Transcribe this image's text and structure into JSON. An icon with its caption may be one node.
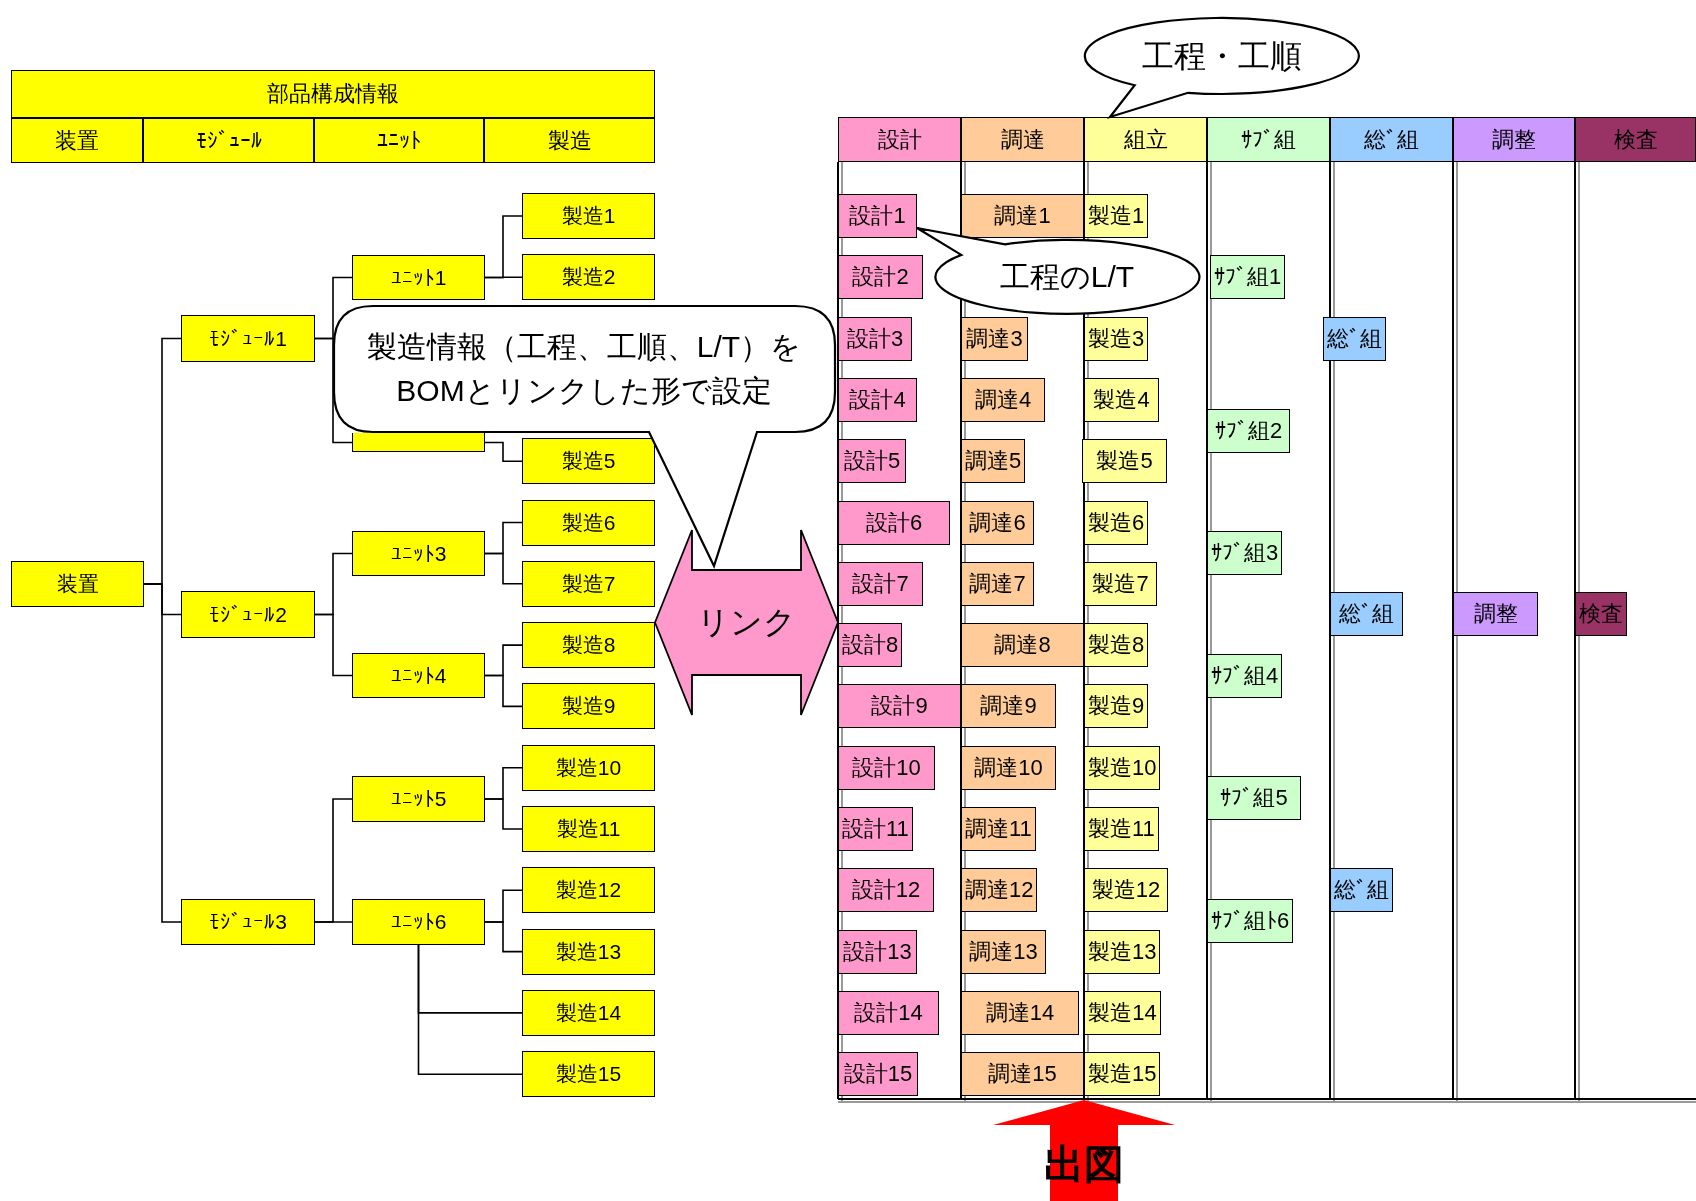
{
  "diagram": {
    "nodes": [
      {
        "text": [
          "工程・工順"
        ]
      },
      {
        "text": [
          "装置"
        ]
      },
      {
        "text": [
          "ﾓｼﾞｭｰﾙ1"
        ]
      },
      {
        "text": [
          "ﾕﾆｯﾄ1"
        ]
      },
      {
        "text": [
          "製造1"
        ]
      },
      {
        "text": [
          "製造2"
        ]
      },
      {
        "text": [],
        "shape": "box"
      },
      {
        "text": [
          "製造5"
        ]
      },
      {
        "text": [
          "ﾓｼﾞｭｰﾙ2"
        ]
      },
      {
        "text": [
          "ﾕﾆｯﾄ3"
        ]
      },
      {
        "text": [
          "製造6"
        ]
      },
      {
        "text": [
          "製造7"
        ]
      },
      {
        "text": [
          "ﾕﾆｯﾄ4"
        ]
      },
      {
        "text": [
          "製造8"
        ]
      },
      {
        "text": [
          "製造9"
        ]
      },
      {
        "text": [
          "ﾓｼﾞｭｰﾙ3"
        ]
      },
      {
        "text": [
          "ﾕﾆｯﾄ5"
        ]
      },
      {
        "text": [
          "製造10"
        ]
      },
      {
        "text": [
          "製造11"
        ]
      },
      {
        "text": [
          "ﾕﾆｯﾄ6"
        ]
      },
      {
        "text": [
          "製造12"
        ]
      },
      {
        "text": [
          "製造13"
        ]
      },
      {
        "text": [
          "製造14"
        ]
      },
      {
        "text": [
          "製造15"
        ]
      },
      {
        "text": [
          "製造情報（工程、工順、L/T）をBOMとリンクした形で設定"
        ]
      },
      {
        "text": [
          "リンク"
        ]
      },
      {
        "text": [
          "工程のL/T"
        ]
      },
      {
        "text": [
          "設計1"
        ]
      },
      {
        "text": [
          "調達1"
        ]
      },
      {
        "text": [
          "製造1"
        ]
      },
      {
        "text": [
          "設計2"
        ]
      },
      {
        "text": [
          "ｻﾌﾞ組1"
        ]
      },
      {
        "text": [
          "設計3"
        ]
      },
      {
        "text": [
          "調達3"
        ]
      },
      {
        "text": [
          "製造3"
        ]
      },
      {
        "text": [
          "総ﾞ組"
        ]
      },
      {
        "text": [
          "設計4"
        ]
      },
      {
        "text": [
          "調達4"
        ]
      },
      {
        "text": [
          "製造4"
        ]
      },
      {
        "text": [
          "ｻﾌﾞ組2"
        ]
      },
      {
        "text": [
          "設計5"
        ]
      },
      {
        "text": [
          "調達5"
        ]
      },
      {
        "text": [
          "製造5"
        ]
      },
      {
        "text": [
          "設計6"
        ]
      },
      {
        "text": [
          "調達6"
        ]
      },
      {
        "text": [
          "製造6"
        ]
      },
      {
        "text": [
          "ｻﾌﾞ組3"
        ]
      },
      {
        "text": [
          "設計7"
        ]
      },
      {
        "text": [
          "調達7"
        ]
      },
      {
        "text": [
          "製造7"
        ]
      },
      {
        "text": [
          "総ﾞ組"
        ]
      },
      {
        "text": [
          "調整"
        ]
      },
      {
        "text": [
          "検査"
        ]
      },
      {
        "text": [
          "設計8"
        ]
      },
      {
        "text": [
          "調達8"
        ]
      },
      {
        "text": [
          "製造8"
        ]
      },
      {
        "text": [
          "ｻﾌﾞ組4"
        ]
      },
      {
        "text": [
          "設計9"
        ]
      },
      {
        "text": [
          "調達9"
        ]
      },
      {
        "text": [
          "製造9"
        ]
      },
      {
        "text": [
          "設計10"
        ]
      },
      {
        "text": [
          "調達10"
        ]
      },
      {
        "text": [
          "製造10"
        ]
      },
      {
        "text": [
          "ｻﾌﾞ組5"
        ]
      },
      {
        "text": [
          "設計11"
        ]
      },
      {
        "text": [
          "調達11"
        ]
      },
      {
        "text": [
          "製造11"
        ]
      },
      {
        "text": [
          "設計12"
        ]
      },
      {
        "text": [
          "調達12"
        ]
      },
      {
        "text": [
          "製造12"
        ]
      },
      {
        "text": [
          "総ﾞ組"
        ]
      },
      {
        "text": [
          "ｻﾌﾞ組ﾄ6"
        ]
      },
      {
        "text": [
          "設計13"
        ]
      },
      {
        "text": [
          "調達13"
        ]
      },
      {
        "text": [
          "製造13"
        ]
      },
      {
        "text": [
          "設計14"
        ]
      },
      {
        "text": [
          "調達14"
        ]
      },
      {
        "text": [
          "製造14"
        ]
      },
      {
        "text": [
          "設計15"
        ]
      },
      {
        "text": [
          "調達15"
        ]
      },
      {
        "text": [
          "製造15"
        ]
      },
      {
        "text": [
          "出図"
        ]
      }
    ],
    "edges": [
      {
        "from": 1,
        "to": 2,
        "arrow": "none"
      },
      {
        "from": 1,
        "to": 8,
        "arrow": "none"
      },
      {
        "from": 1,
        "to": 15,
        "arrow": "none"
      },
      {
        "from": 2,
        "to": 3,
        "arrow": "none"
      },
      {
        "from": 2,
        "to": 6,
        "arrow": "none"
      },
      {
        "from": 3,
        "to": 4,
        "arrow": "none"
      },
      {
        "from": 3,
        "to": 5,
        "arrow": "none"
      },
      {
        "from": 6,
        "to": 7,
        "arrow": "none"
      },
      {
        "from": 8,
        "to": 9,
        "arrow": "none"
      },
      {
        "from": 8,
        "to": 12,
        "arrow": "none"
      },
      {
        "from": 9,
        "to": 10,
        "arrow": "none"
      },
      {
        "from": 9,
        "to": 11,
        "arrow": "none"
      },
      {
        "from": 12,
        "to": 13,
        "arrow": "none"
      },
      {
        "from": 12,
        "to": 14,
        "arrow": "none"
      },
      {
        "from": 15,
        "to": 16,
        "arrow": "none"
      },
      {
        "from": 15,
        "to": 19,
        "arrow": "none"
      },
      {
        "from": 16,
        "to": 17,
        "arrow": "none"
      },
      {
        "from": 16,
        "to": 18,
        "arrow": "none"
      },
      {
        "from": 19,
        "to": 20,
        "arrow": "none"
      },
      {
        "from": 19,
        "to": 21,
        "arrow": "none"
      },
      {
        "from": 19,
        "to": 22,
        "arrow": "none"
      },
      {
        "from": 19,
        "to": 23,
        "arrow": "none"
      }
    ],
    "labels": [
      "部品構成情報",
      "装置",
      "ﾓｼﾞｭｰﾙ",
      "ﾕﾆｯﾄ",
      "製造",
      "設計",
      "調達",
      "組立",
      "ｻﾌﾞ組",
      "総ﾞ組",
      "調整",
      "検査"
    ]
  }
}
